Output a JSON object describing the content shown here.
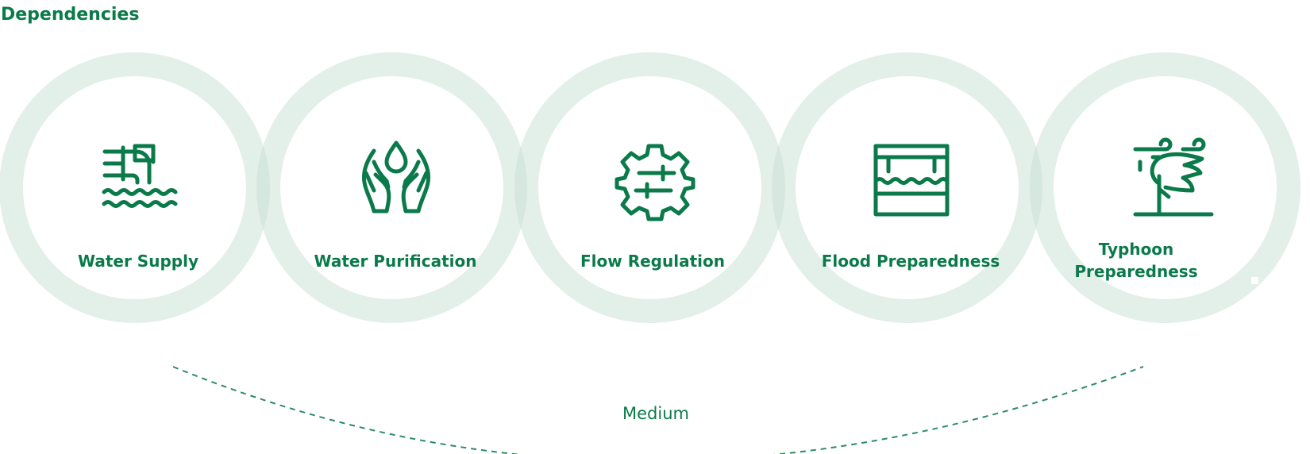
{
  "title": "Dependencies",
  "items": [
    {
      "label": "Water Supply",
      "icon": "water-pipe-icon"
    },
    {
      "label": "Water Purification",
      "icon": "hands-water-drop-icon"
    },
    {
      "label": "Flow Regulation",
      "icon": "gear-sliders-icon"
    },
    {
      "label": "Flood Preparedness",
      "icon": "flood-barrier-icon"
    },
    {
      "label": "Typhoon Preparedness",
      "icon": "wind-tree-icon"
    }
  ],
  "level": "Medium",
  "colors": {
    "accent": "#0b7a4b",
    "ring": "#c8dfd4"
  }
}
